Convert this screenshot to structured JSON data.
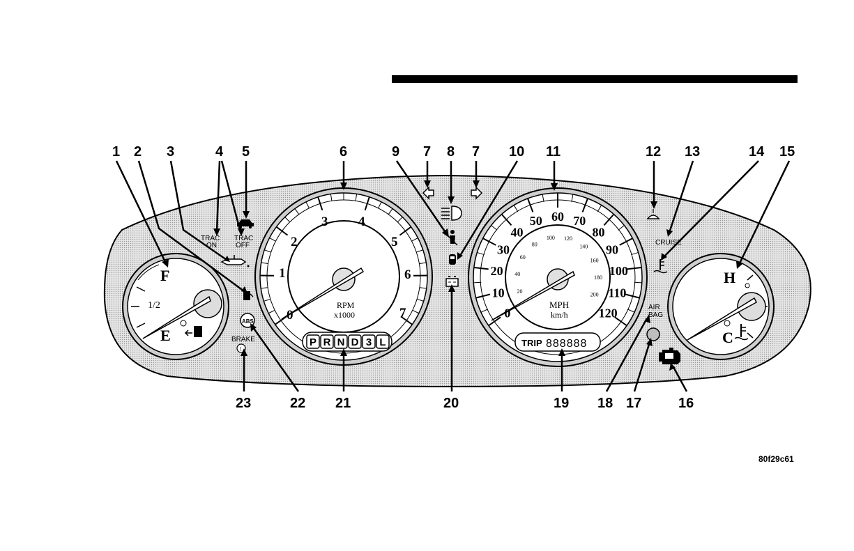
{
  "callouts": {
    "top": [
      "1",
      "2",
      "3",
      "4",
      "5",
      "6",
      "9",
      "7",
      "8",
      "7",
      "10",
      "11",
      "12",
      "13",
      "14",
      "15"
    ],
    "bottom": [
      "23",
      "22",
      "21",
      "20",
      "19",
      "18",
      "17",
      "16"
    ]
  },
  "fuel_gauge": {
    "full": "F",
    "half": "1/2",
    "empty": "E"
  },
  "temp_gauge": {
    "hot": "H",
    "cold": "C"
  },
  "tachometer": {
    "ticks": [
      "0",
      "1",
      "2",
      "3",
      "4",
      "5",
      "6",
      "7"
    ],
    "unit_line1": "RPM",
    "unit_line2": "x1000"
  },
  "speedometer": {
    "mph_ticks": [
      "0",
      "10",
      "20",
      "30",
      "40",
      "50",
      "60",
      "70",
      "80",
      "90",
      "100",
      "110",
      "120"
    ],
    "kmh_ticks": [
      "20",
      "40",
      "60",
      "80",
      "100",
      "120",
      "140",
      "160",
      "180",
      "200"
    ],
    "unit_line1": "MPH",
    "unit_line2": "km/h"
  },
  "gear_selector": [
    "P",
    "R",
    "N",
    "D",
    "3",
    "L"
  ],
  "odometer": {
    "label": "TRIP",
    "value": "888888"
  },
  "indicators": {
    "trac_on": [
      "TRAC",
      "ON"
    ],
    "trac_off": [
      "TRAC",
      "OFF"
    ],
    "cruise": "CRUISE",
    "air_bag": [
      "AIR",
      "BAG"
    ],
    "brake": "BRAKE",
    "abs": "ABS"
  },
  "figure_code": "80f29c61",
  "colors": {
    "panel": "#d9d9d9",
    "ink": "#000000",
    "white": "#ffffff"
  }
}
